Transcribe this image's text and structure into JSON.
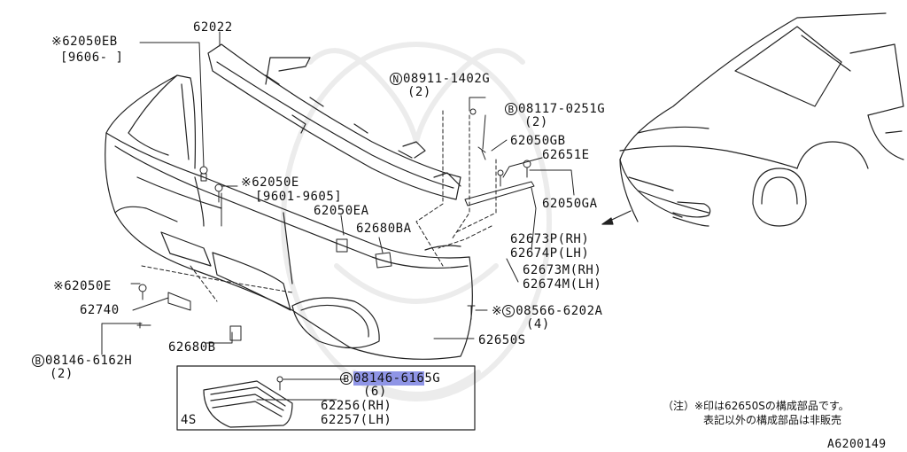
{
  "labels": {
    "p62022": "62022",
    "p62050EB": "※62050EB",
    "p62050EB_range": "[9606-    ]",
    "n08911_sym": "N",
    "n08911": "08911-1402G",
    "n08911_qty": "(2)",
    "b08117_sym": "B",
    "b08117": "08117-0251G",
    "b08117_qty": "(2)",
    "p62050GB": "62050GB",
    "p62651E": "62651E",
    "p62050E_top": "※62050E",
    "p62050E_top_range": "[9601-9605]",
    "p62050GA": "62050GA",
    "p62050EA": "62050EA",
    "p62680BA": "62680BA",
    "p62673P": "62673P(RH)",
    "p62674P": "62674P(LH)",
    "p62673M": "62673M(RH)",
    "p62674M": "62674M(LH)",
    "p62050E_left": "※62050E",
    "p62740": "62740",
    "s08566_prefix": "※",
    "s08566_sym": "S",
    "s08566": "08566-6202A",
    "s08566_qty": "(4)",
    "p62650S": "62650S",
    "p62680B": "62680B",
    "b08146H_sym": "B",
    "b08146H": "08146-6162H",
    "b08146H_qty": "(2)",
    "b08146G_sym": "B",
    "b08146G_hl": "08146-616",
    "b08146G_rest": "5G",
    "b08146G_qty": "(6)",
    "p62256": "62256(RH)",
    "p62257": "62257(LH)",
    "box_tag": "4S"
  },
  "note": {
    "line1": "（注）※印は62650Sの構成部品です。",
    "line2": "表記以外の構成部品は非販売"
  },
  "figure_id": "A6200149",
  "colors": {
    "highlight": "#8f95e6",
    "ink": "#111111",
    "watermark": "#ececec"
  }
}
